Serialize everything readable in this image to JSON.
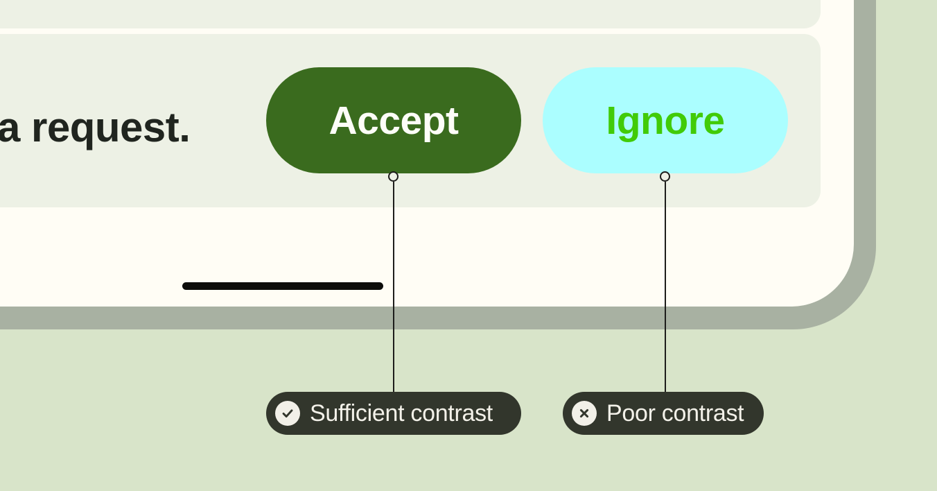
{
  "page": {
    "background_color": "#d8e4c9"
  },
  "device": {
    "frame_color": "#a8b1a2",
    "screen_color": "#fffdf5",
    "panel_color": "#edf1e5"
  },
  "screen": {
    "message_fragment": "a request.",
    "accept_button": {
      "label": "Accept",
      "background_color": "#3a6b1e",
      "text_color": "#fdfdf8"
    },
    "ignore_button": {
      "label": "Ignore",
      "background_color": "#abfeff",
      "text_color": "#41cb08"
    },
    "home_indicator_color": "#0d0d0b"
  },
  "annotations": {
    "background_color": "#32362c",
    "text_color": "#f3f1e9",
    "sufficient": {
      "label": "Sufficient contrast",
      "icon": "check-icon"
    },
    "poor": {
      "label": "Poor contrast",
      "icon": "x-icon"
    }
  }
}
